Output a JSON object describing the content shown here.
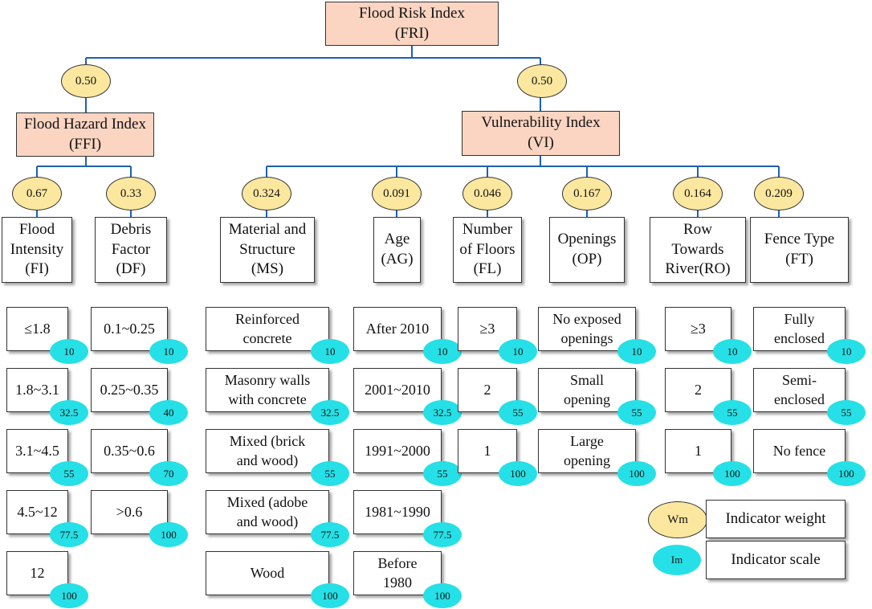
{
  "root": {
    "label": "Flood Risk Index\n(FRI)"
  },
  "level1": [
    {
      "key": "ffi",
      "weight": "0.50",
      "label": "Flood Hazard Index\n(FFI)"
    },
    {
      "key": "vi",
      "weight": "0.50",
      "label": "Vulnerability Index\n(VI)"
    }
  ],
  "indicators": [
    {
      "key": "fi",
      "weight": "0.67",
      "label": "Flood\nIntensity\n(FI)",
      "scales": [
        {
          "text": "≤1.8",
          "im": "10"
        },
        {
          "text": "1.8~3.1",
          "im": "32.5"
        },
        {
          "text": "3.1~4.5",
          "im": "55"
        },
        {
          "text": "4.5~12",
          "im": "77.5"
        },
        {
          "text": "12",
          "im": "100"
        }
      ]
    },
    {
      "key": "df",
      "weight": "0.33",
      "label": "Debris\nFactor\n(DF)",
      "scales": [
        {
          "text": "0.1~0.25",
          "im": "10"
        },
        {
          "text": "0.25~0.35",
          "im": "40"
        },
        {
          "text": "0.35~0.6",
          "im": "70"
        },
        {
          "text": ">0.6",
          "im": "100"
        }
      ]
    },
    {
      "key": "ms",
      "weight": "0.324",
      "label": "Material and\nStructure\n(MS)",
      "scales": [
        {
          "text": "Reinforced\nconcrete",
          "im": "10"
        },
        {
          "text": "Masonry walls\nwith concrete",
          "im": "32.5"
        },
        {
          "text": "Mixed (brick\nand wood)",
          "im": "55"
        },
        {
          "text": "Mixed (adobe\nand wood)",
          "im": "77.5"
        },
        {
          "text": "Wood",
          "im": "100"
        }
      ]
    },
    {
      "key": "ag",
      "weight": "0.091",
      "label": "Age\n(AG)",
      "scales": [
        {
          "text": "After 2010",
          "im": "10"
        },
        {
          "text": "2001~2010",
          "im": "32.5"
        },
        {
          "text": "1991~2000",
          "im": "55"
        },
        {
          "text": "1981~1990",
          "im": "77.5"
        },
        {
          "text": "Before\n1980",
          "im": "100"
        }
      ]
    },
    {
      "key": "fl",
      "weight": "0.046",
      "label": "Number\nof Floors\n(FL)",
      "scales": [
        {
          "text": "≥3",
          "im": "10"
        },
        {
          "text": "2",
          "im": "55"
        },
        {
          "text": "1",
          "im": "100"
        }
      ]
    },
    {
      "key": "op",
      "weight": "0.167",
      "label": "Openings\n(OP)",
      "scales": [
        {
          "text": "No exposed\nopenings",
          "im": "10"
        },
        {
          "text": "Small\nopening",
          "im": "55"
        },
        {
          "text": "Large\nopening",
          "im": "100"
        }
      ]
    },
    {
      "key": "ro",
      "weight": "0.164",
      "label": "Row\nTowards\nRiver(RO)",
      "scales": [
        {
          "text": "≥3",
          "im": "10"
        },
        {
          "text": "2",
          "im": "55"
        },
        {
          "text": "1",
          "im": "100"
        }
      ]
    },
    {
      "key": "ft",
      "weight": "0.209",
      "label": "Fence Type\n(FT)",
      "scales": [
        {
          "text": "Fully\nenclosed",
          "im": "10"
        },
        {
          "text": "Semi-\nenclosed",
          "im": "55"
        },
        {
          "text": "No fence",
          "im": "100"
        }
      ]
    }
  ],
  "legend": [
    {
      "symbol": "Wm",
      "label": "Indicator weight"
    },
    {
      "symbol": "Im",
      "label": "Indicator scale"
    }
  ],
  "colors": {
    "index_fill": "#fbd5c2",
    "weight_fill": "#fce79f",
    "scale_badge": "#25e0e6",
    "connector": "#1f5fb4"
  }
}
